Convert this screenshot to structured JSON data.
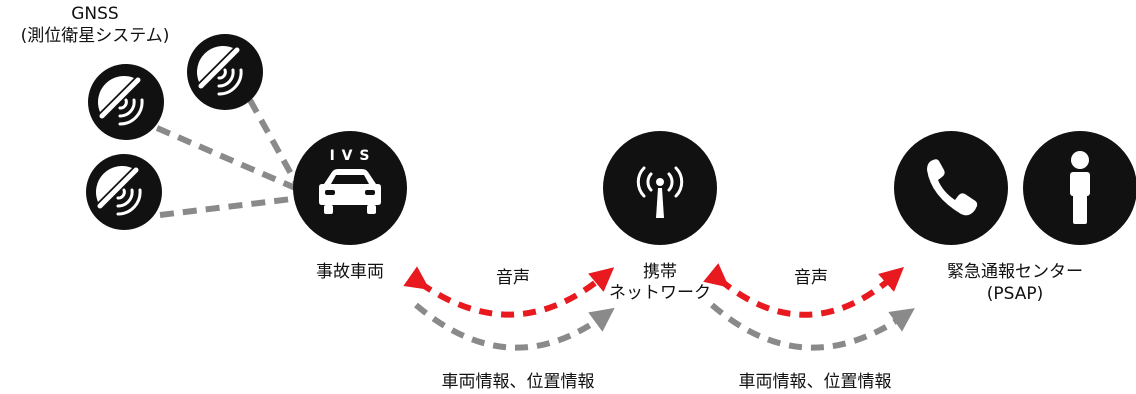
{
  "gnss": {
    "title": "GNSS",
    "subtitle": "(測位衛星システム)",
    "icon": "satellite-dish-icon"
  },
  "vehicle": {
    "badge": "I V S",
    "label": "事故車両",
    "icon": "car-icon"
  },
  "network": {
    "label_line1": "携帯",
    "label_line2": "ネットワーク",
    "icon": "antenna-icon"
  },
  "psap": {
    "label_line1": "緊急通報センター",
    "label_line2": "(PSAP)",
    "icons": [
      "phone-icon",
      "person-icon"
    ]
  },
  "links": {
    "voice_left": "音声",
    "voice_right": "音声",
    "data_left": "車両情報、位置情報",
    "data_right": "車両情報、位置情報"
  },
  "colors": {
    "node": "#111111",
    "voice_arrow": "#e8191f",
    "data_arrow": "#8a8a8a",
    "gnss_link": "#8a8a8a"
  }
}
